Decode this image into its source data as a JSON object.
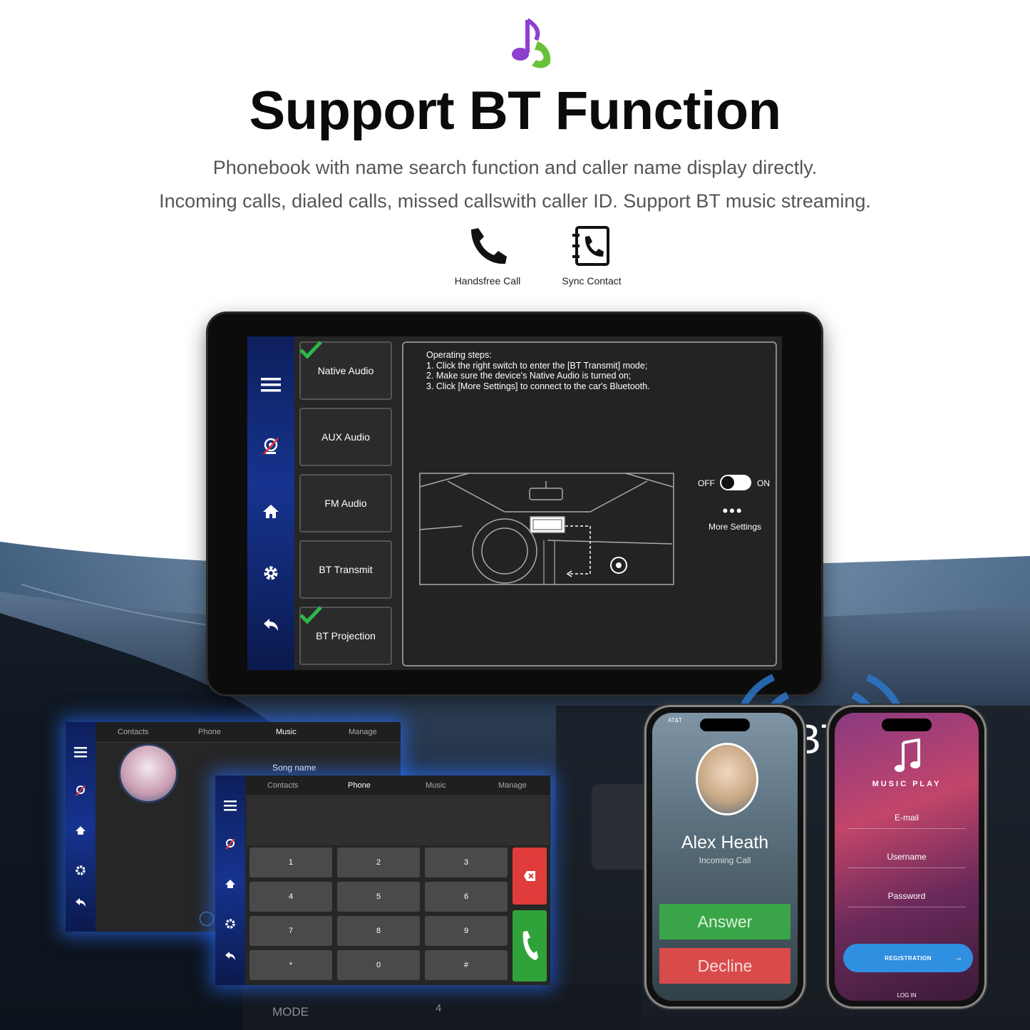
{
  "header": {
    "icon": "music-phone-icon",
    "title": "Support BT Function",
    "subtitle_line1": "Phonebook with name search function and caller name display directly.",
    "subtitle_line2": "Incoming calls, dialed calls, missed callswith caller ID. Support BT music streaming."
  },
  "features": [
    {
      "icon": "phone-handset-icon",
      "label": "Handsfree Call"
    },
    {
      "icon": "contact-book-icon",
      "label": "Sync Contact"
    }
  ],
  "head_unit": {
    "sidebar_icons": [
      "menu-icon",
      "camera-off-icon",
      "home-icon",
      "gear-icon",
      "back-icon"
    ],
    "modes": [
      {
        "label": "Native Audio",
        "checked": true
      },
      {
        "label": "AUX Audio",
        "checked": false
      },
      {
        "label": "FM Audio",
        "checked": false
      },
      {
        "label": "BT Transmit",
        "checked": false
      },
      {
        "label": "BT Projection",
        "checked": true
      }
    ],
    "steps": {
      "heading": "Operating steps:",
      "step1": "1. Click the right switch to enter the [BT Transmit] mode;",
      "step2": "2. Make sure the device's Native Audio is turned on;",
      "step3": "3. Click [More Settings] to connect to the car's Bluetooth."
    },
    "toggle": {
      "off_label": "OFF",
      "on_label": "ON",
      "state": "off"
    },
    "more_dots": "•••",
    "more_settings": "More Settings"
  },
  "music_screen": {
    "tabs": [
      "Contacts",
      "Phone",
      "Music",
      "Manage"
    ],
    "active_tab": "Music",
    "song_name": "Song name"
  },
  "dial_screen": {
    "tabs": [
      "Contacts",
      "Phone",
      "Music",
      "Manage"
    ],
    "active_tab": "Phone",
    "keys": [
      "1",
      "2",
      "3",
      "4",
      "5",
      "6",
      "7",
      "8",
      "9",
      "*",
      "0",
      "#"
    ],
    "delete_color": "#e03c3c",
    "call_color": "#2fa23a"
  },
  "phone_call": {
    "status_carrier": "AT&T",
    "caller_name": "Alex Heath",
    "caller_status": "Incoming Call",
    "answer": "Answer",
    "decline": "Decline"
  },
  "bt_label": "BT",
  "phone_music": {
    "title": "MUSIC PLAY",
    "email": "E-mail",
    "username": "Username",
    "password": "Password",
    "register": "REGISTRATION",
    "login": "LOG IN"
  },
  "dashboard": {
    "mode_label": "MODE",
    "number_label": "4"
  }
}
